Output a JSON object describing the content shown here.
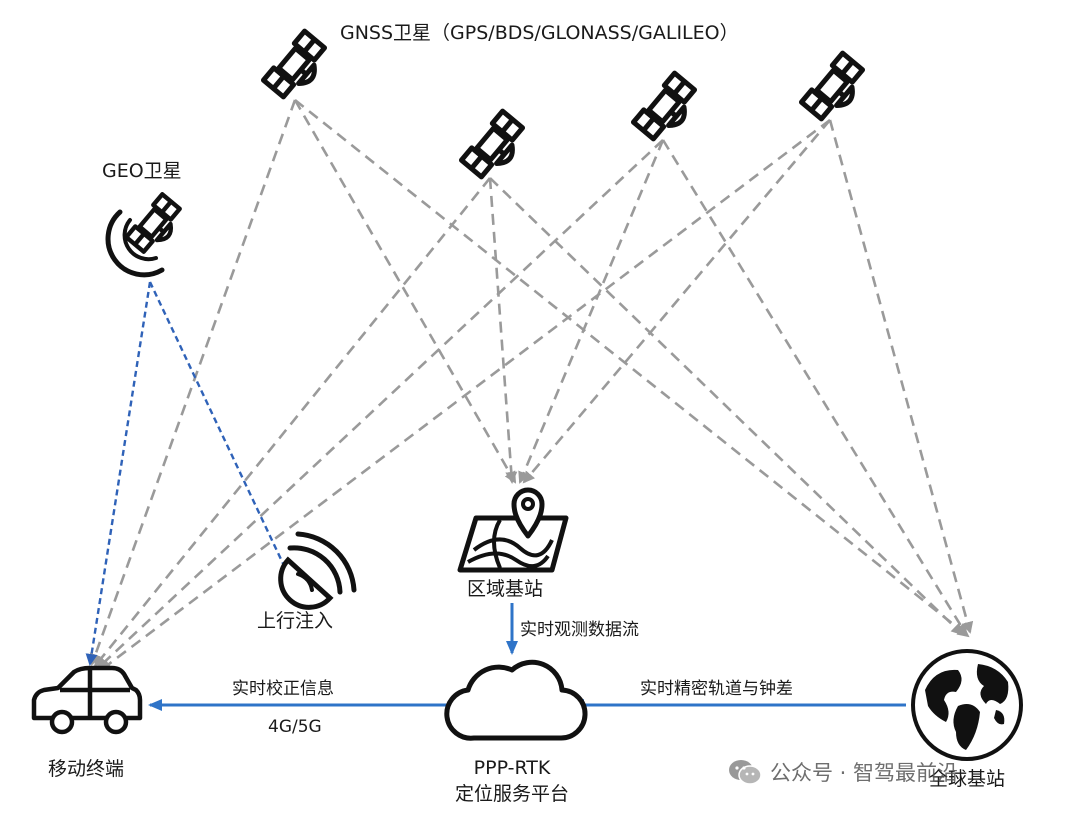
{
  "labels": {
    "gnss_title": "GNSS卫星（GPS/BDS/GLONASS/GALILEO）",
    "geo_satellite": "GEO卫星",
    "uplink": "上行注入",
    "regional_station": "区域基站",
    "realtime_obs_stream": "实时观测数据流",
    "mobile_terminal": "移动终端",
    "realtime_correction": "实时校正信息",
    "network": "4G/5G",
    "platform_line1": "PPP-RTK",
    "platform_line2": "定位服务平台",
    "realtime_orbit_clock": "实时精密轨道与钟差",
    "global_station": "全球基站"
  },
  "watermark": {
    "text": "公众号 · 智驾最前沿"
  },
  "colors": {
    "gnss_link": "#9a9a9a",
    "geo_link": "#2f62b8",
    "data_flow": "#2f74c8",
    "icon": "#111111"
  },
  "icons": {
    "gnss_satellite": "satellite-icon",
    "geo_satellite": "satellite-signal-icon",
    "uplink": "dish-antenna-icon",
    "regional_station": "map-pin-icon",
    "platform": "cloud-icon",
    "mobile_terminal": "car-icon",
    "global_station": "globe-icon",
    "watermark": "wechat-icon"
  }
}
